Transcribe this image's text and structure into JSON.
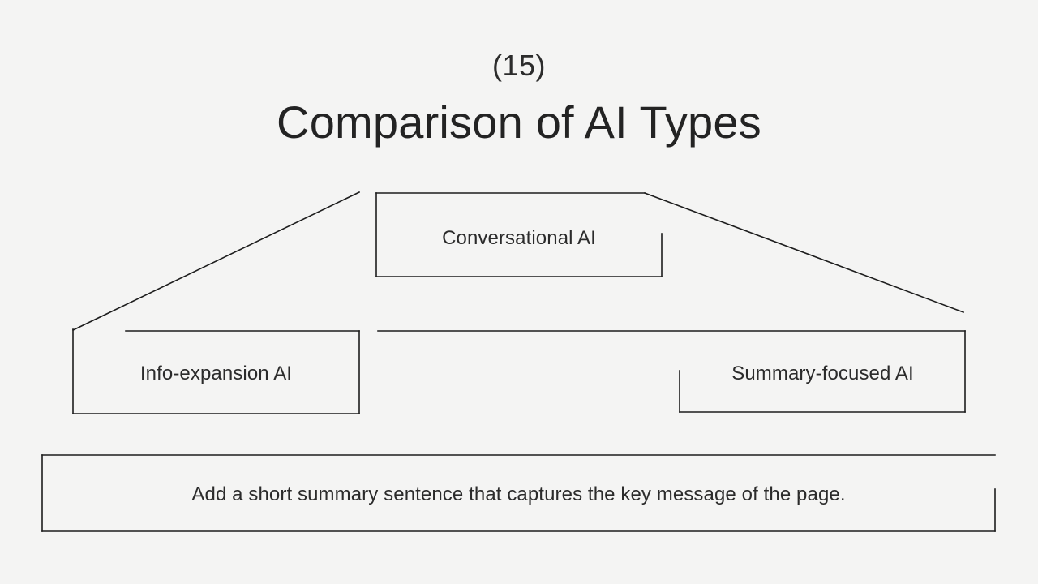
{
  "slide": {
    "background_color": "#f4f4f3",
    "ink_color": "#1d1d1d",
    "page_number": "(15)",
    "title": "Comparison of AI Types"
  },
  "diagram": {
    "type": "hierarchy",
    "root": {
      "id": "conversational-ai",
      "label": "Conversational AI"
    },
    "children": [
      {
        "id": "info-expansion-ai",
        "label": "Info-expansion AI"
      },
      {
        "id": "summary-focused-ai",
        "label": "Summary-focused AI"
      }
    ],
    "connectors": [
      {
        "from": "conversational-ai",
        "to": "info-expansion-ai"
      },
      {
        "from": "conversational-ai",
        "to": "summary-focused-ai"
      }
    ]
  },
  "summary": {
    "text": "Add a short summary sentence that captures the key message of the page."
  }
}
